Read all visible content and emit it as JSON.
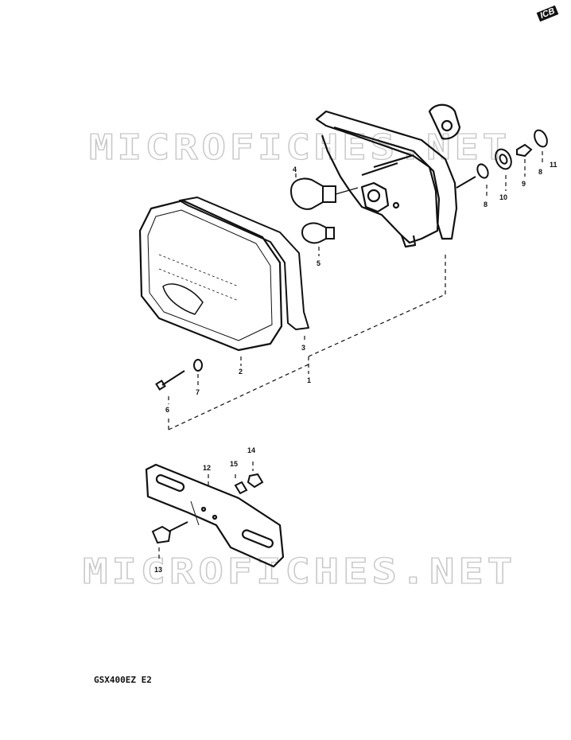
{
  "watermark": {
    "top_text": "MICROFICHES.NET",
    "bottom_text": "MICROFICHES.NET"
  },
  "corner_logo": "ICB",
  "model_code": "GSX400EZ E2",
  "callouts": [
    "1",
    "2",
    "3",
    "4",
    "5",
    "6",
    "7",
    "8",
    "9",
    "10",
    "8",
    "11",
    "12",
    "13",
    "14",
    "15"
  ]
}
